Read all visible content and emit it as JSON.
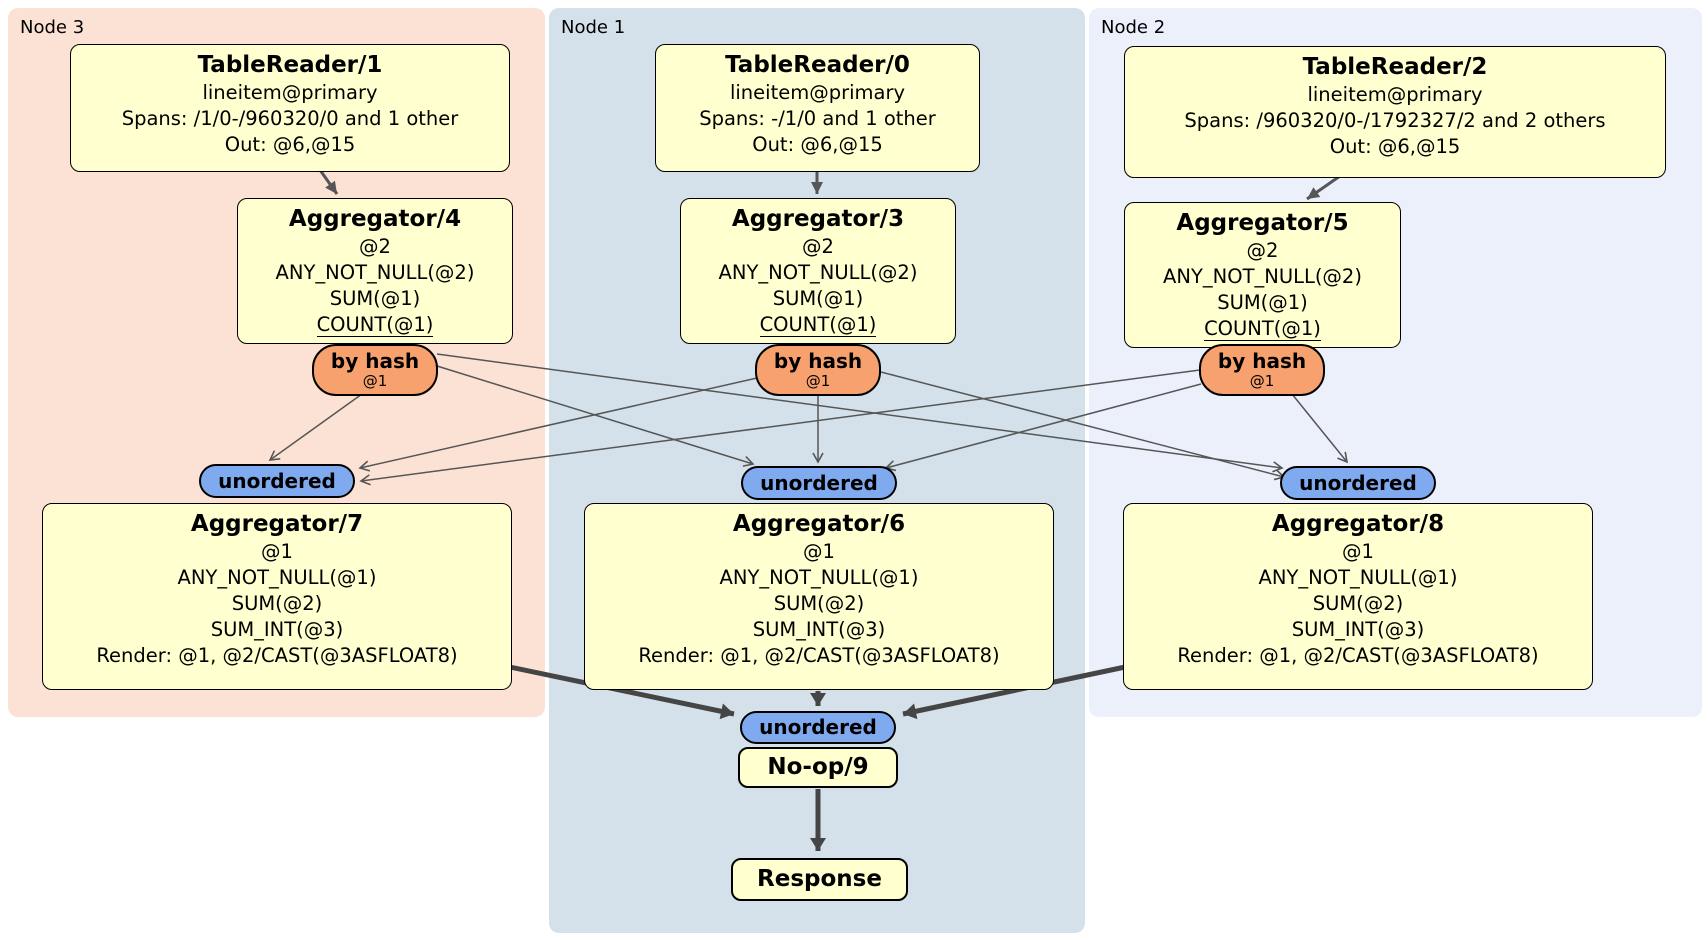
{
  "colors": {
    "panel-node3-bg": "#fce2d4",
    "panel-node1-bg": "#d4e1ea",
    "panel-node2-bg": "#ebf0fb",
    "processor-bg": "#ffffcf",
    "router-bg": "#f7a16e",
    "sync-bg": "#7faaf0",
    "edge-thin": "#565656",
    "edge-thick": "#454545"
  },
  "panels": {
    "node3": {
      "label": "Node 3"
    },
    "node1": {
      "label": "Node 1"
    },
    "node2": {
      "label": "Node 2"
    }
  },
  "readers": {
    "tr1": {
      "title": "TableReader/1",
      "index": "lineitem@primary",
      "spans": "Spans: /1/0-/960320/0 and 1 other",
      "out": "Out: @6,@15"
    },
    "tr0": {
      "title": "TableReader/0",
      "index": "lineitem@primary",
      "spans": "Spans: -/1/0 and 1 other",
      "out": "Out: @6,@15"
    },
    "tr2": {
      "title": "TableReader/2",
      "index": "lineitem@primary",
      "spans": "Spans: /960320/0-/1792327/2 and 2 others",
      "out": "Out: @6,@15"
    }
  },
  "group_aggregators": {
    "agg4": {
      "title": "Aggregator/4",
      "group_cols": "@2",
      "fn1": "ANY_NOT_NULL(@2)",
      "fn2": "SUM(@1)",
      "fn3": "COUNT(@1)"
    },
    "agg3": {
      "title": "Aggregator/3",
      "group_cols": "@2",
      "fn1": "ANY_NOT_NULL(@2)",
      "fn2": "SUM(@1)",
      "fn3": "COUNT(@1)"
    },
    "agg5": {
      "title": "Aggregator/5",
      "group_cols": "@2",
      "fn1": "ANY_NOT_NULL(@2)",
      "fn2": "SUM(@1)",
      "fn3": "COUNT(@1)"
    }
  },
  "final_aggregators": {
    "agg7": {
      "title": "Aggregator/7",
      "group_cols": "@1",
      "fn1": "ANY_NOT_NULL(@1)",
      "fn2": "SUM(@2)",
      "fn3": "SUM_INT(@3)",
      "render": "Render: @1, @2/CAST(@3ASFLOAT8)"
    },
    "agg6": {
      "title": "Aggregator/6",
      "group_cols": "@1",
      "fn1": "ANY_NOT_NULL(@1)",
      "fn2": "SUM(@2)",
      "fn3": "SUM_INT(@3)",
      "render": "Render: @1, @2/CAST(@3ASFLOAT8)"
    },
    "agg8": {
      "title": "Aggregator/8",
      "group_cols": "@1",
      "fn1": "ANY_NOT_NULL(@1)",
      "fn2": "SUM(@2)",
      "fn3": "SUM_INT(@3)",
      "render": "Render: @1, @2/CAST(@3ASFLOAT8)"
    }
  },
  "router": {
    "label": "by hash",
    "columns": "@1"
  },
  "sync": {
    "label": "unordered"
  },
  "noop": {
    "title": "No-op/9"
  },
  "response": {
    "title": "Response"
  }
}
